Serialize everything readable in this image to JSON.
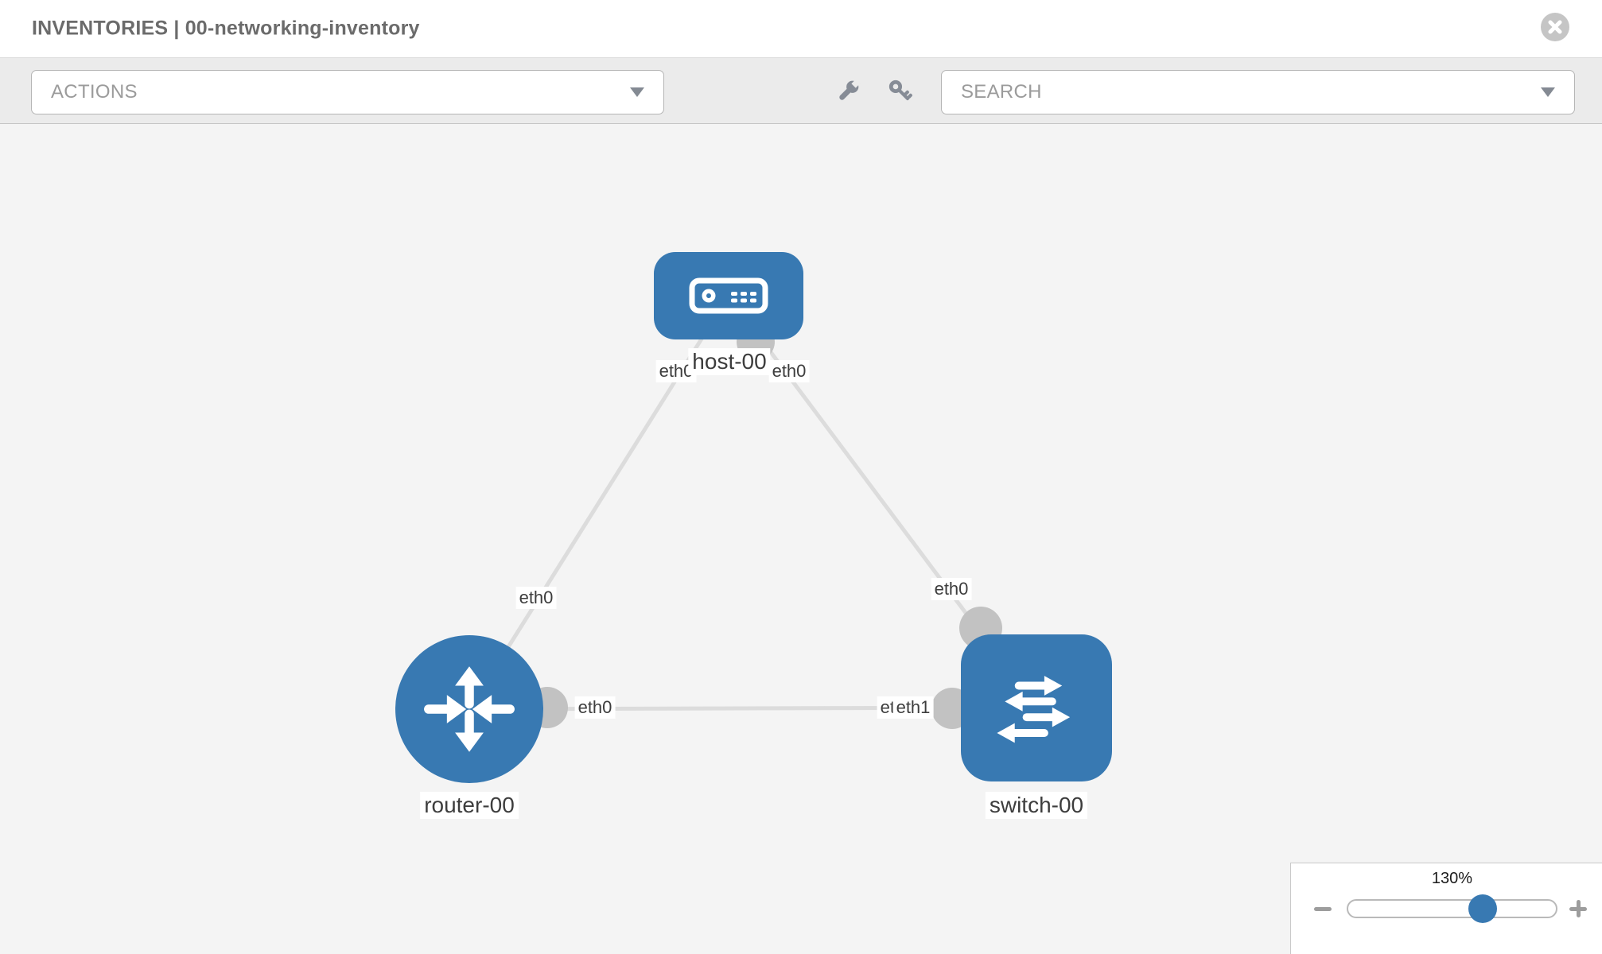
{
  "header": {
    "title": "INVENTORIES | 00-networking-inventory"
  },
  "toolbar": {
    "actions_dropdown": {
      "label": "ACTIONS"
    },
    "search_dropdown": {
      "label": "SEARCH"
    }
  },
  "icons": {
    "close": "close-icon",
    "wrench": "wrench-icon",
    "key": "key-icon",
    "dropdown_caret": "caret-down-icon",
    "zoom_out": "minus-icon",
    "zoom_in": "plus-icon"
  },
  "topology": {
    "nodes": [
      {
        "id": "host-00",
        "type": "host",
        "label": "host-00"
      },
      {
        "id": "router-00",
        "type": "router",
        "label": "router-00"
      },
      {
        "id": "switch-00",
        "type": "switch",
        "label": "switch-00"
      }
    ],
    "links": [
      {
        "from": "host-00",
        "to": "router-00",
        "from_if": "eth0",
        "to_if": "eth0"
      },
      {
        "from": "host-00",
        "to": "switch-00",
        "from_if": "eth0",
        "to_if": "eth0"
      },
      {
        "from": "router-00",
        "to": "switch-00",
        "from_if": "eth0",
        "to_if": "eth1",
        "to_if_occluded": "eth0"
      }
    ]
  },
  "zoom_control": {
    "level": "130%"
  },
  "colors": {
    "node_blue": "#3879b2",
    "link_gray": "#dcdcdc",
    "port_gray": "#c2c2c2",
    "canvas_bg": "#f4f4f4"
  }
}
